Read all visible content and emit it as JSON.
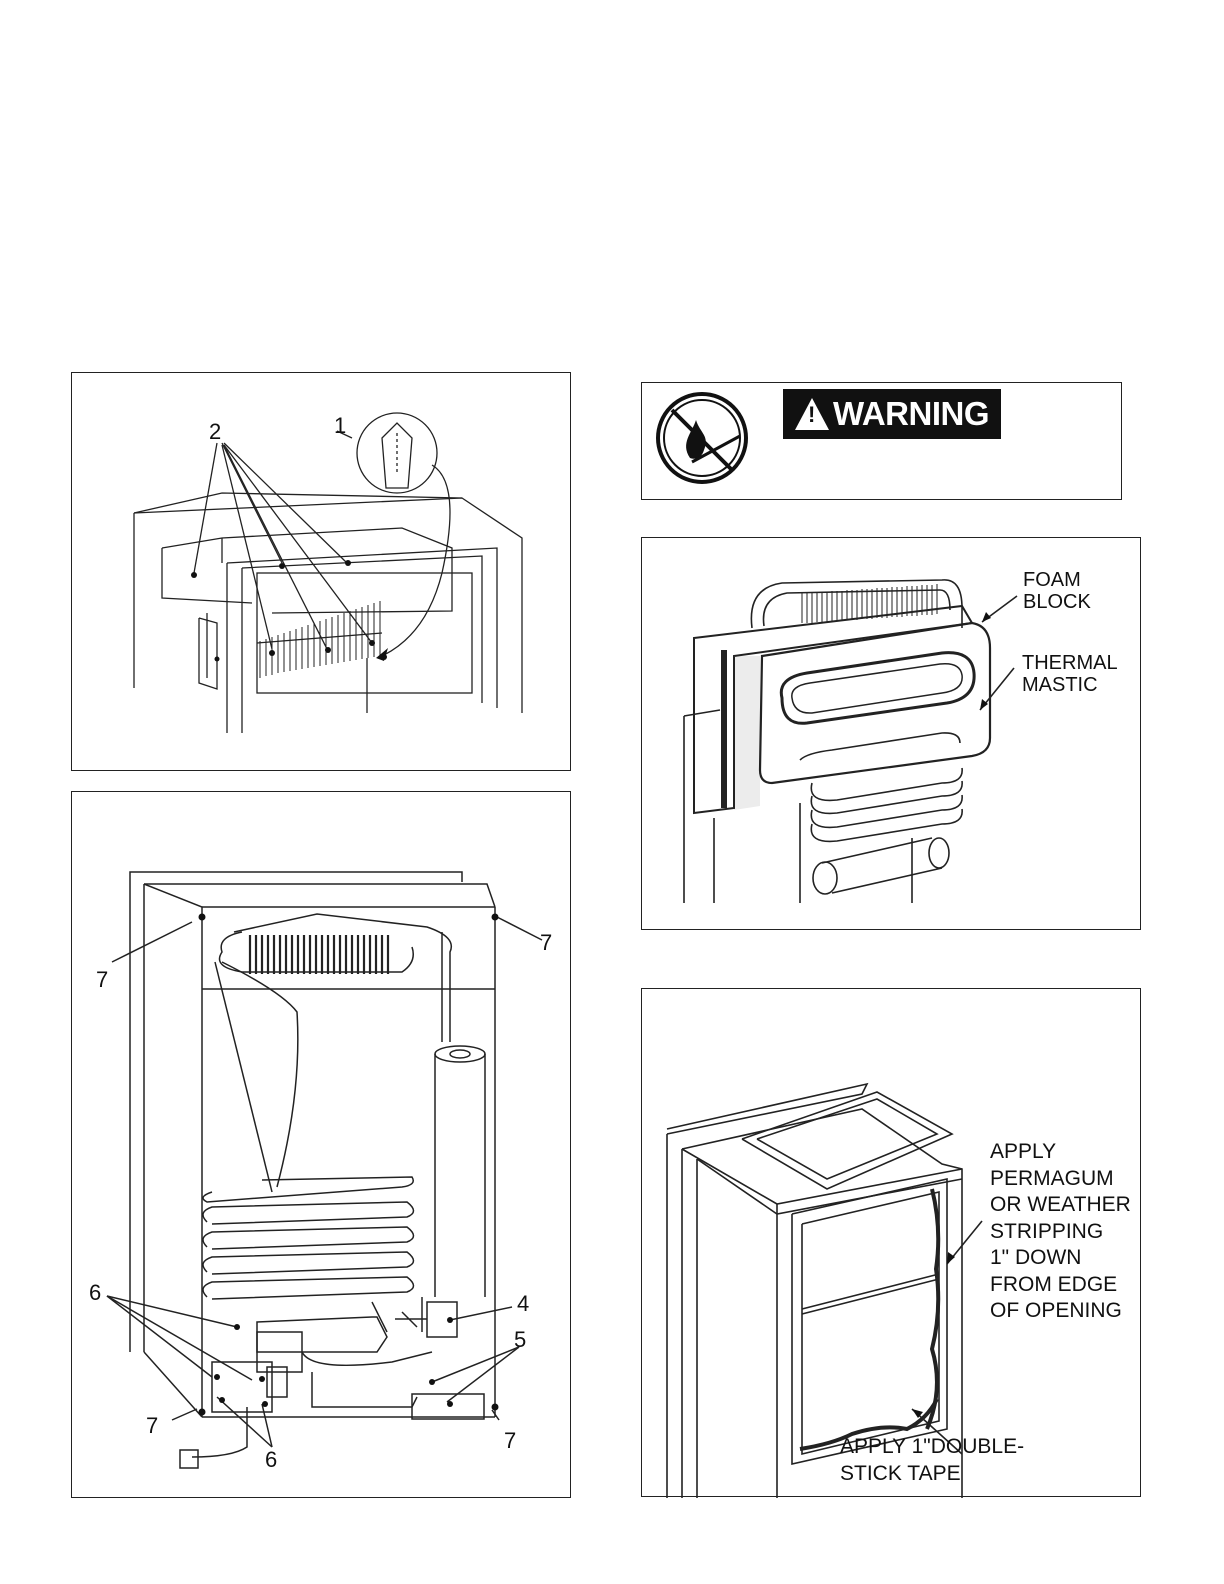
{
  "figure_top": {
    "callouts": [
      "1",
      "2"
    ]
  },
  "figure_warning": {
    "badge_text": "WARNING",
    "icons": [
      "no-open-flame-icon",
      "warning-triangle-icon"
    ]
  },
  "figure_foam": {
    "labels": [
      "FOAM\nBLOCK",
      "THERMAL\nMASTIC"
    ]
  },
  "figure_back": {
    "callouts": [
      "7",
      "7",
      "6",
      "4",
      "5",
      "7",
      "6",
      "7"
    ]
  },
  "figure_vent": {
    "labels": [
      "APPLY\nPERMAGUM\nOR WEATHER\nSTRIPPING\n1\" DOWN\nFROM EDGE\nOF OPENING",
      "APPLY 1\"DOUBLE-\nSTICK TAPE"
    ]
  }
}
